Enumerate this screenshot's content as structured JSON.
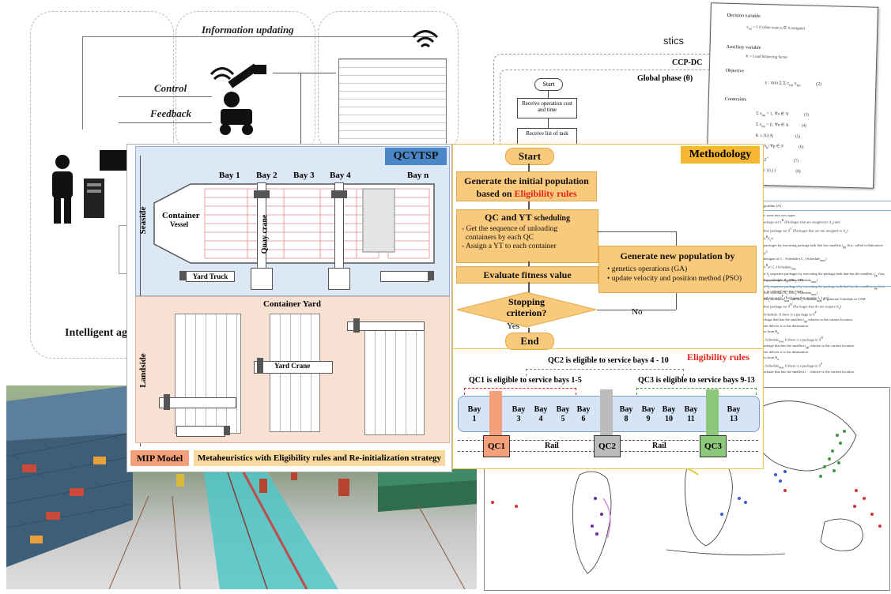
{
  "background_left": {
    "info_updating": "Information updating",
    "control": "Control",
    "feedback": "Feedback",
    "intelligent_label": "Intelligent ag"
  },
  "background_top_right": {
    "title_fragment": "stics",
    "ccp_dc": "CCP-DC",
    "global_phase": "Global phase (θ)",
    "start": "Start",
    "receive_cost": "Receive operation cost and time",
    "receive_list": "Receive list of task"
  },
  "paper_snippet": {
    "decision_variable": "Decision variable",
    "auxiliary_variable": "Auxiliary variable",
    "lbf": "K = Load balancing factor",
    "objective": "Objective",
    "constraints": "Constraints"
  },
  "qcytsp": {
    "title": "QCYTSP",
    "seaside": "Seaside",
    "landside": "Landside",
    "bays": [
      "Bay 1",
      "Bay 2",
      "Bay 3",
      "Bay 4",
      "Bay n"
    ],
    "container_vessel": "Container",
    "vessel_label": "Vessel",
    "quay_crane": "Quay crane",
    "yard_truck": "Yard Truck",
    "container_yard": "Container Yard",
    "yard_crane": "Yard Crane",
    "mip_model": "MIP Model",
    "metaheuristics": "Metaheuristics with Eligibility rules and Re-initialization strategy"
  },
  "methodology": {
    "title": "Methodology",
    "start": "Start",
    "gen_initial_line1": "Generate the initial population",
    "gen_initial_line2_prefix": "based on ",
    "gen_initial_line2_highlight": "Eligibility rules",
    "qc_yt_title": "QC and YT",
    "qc_yt_scheduling": "scheduling",
    "qc_yt_bullets": [
      "Get the sequence of unloading",
      "containers by each QC",
      "Assign a YT to each container"
    ],
    "evaluate": "Evaluate fitness value",
    "stopping_line1": "Stopping",
    "stopping_line2": "criterion?",
    "yes": "Yes",
    "no": "No",
    "end": "End",
    "new_pop_title": "Generate new population by",
    "new_pop_bullets": [
      "genetics operations (GA)",
      "update velocity and position method (PSO)"
    ]
  },
  "eligibility": {
    "title": "Eligibility rules",
    "qc2_range": "QC2 is eligible to service bays 4 - 10",
    "qc1_range": "QC1 is eligible to service bays 1-5",
    "qc3_range": "QC3 is eligible to service bays 9-13",
    "bays": [
      "Bay\n1",
      "Bay\n3",
      "Bay\n4",
      "Bay\n5",
      "Bay\n6",
      "Bay\n8",
      "Bay\n9",
      "Bay\n10",
      "Bay\n11",
      "Bay\n13"
    ],
    "qc1": "QC1",
    "qc2": "QC2",
    "qc3": "QC3",
    "rail": "Rail"
  },
  "colors": {
    "qcytsp_title_bg": "#4a86c8",
    "methodology_title_bg": "#f7b733",
    "flow_box": "#f9c97c",
    "highlight_red": "#e8231c",
    "seaside_bg": "#dce8f6",
    "landside_bg": "#f8e0d2",
    "qc1": "#f4a07a",
    "qc2": "#bcbcbc",
    "qc3": "#8dc77b",
    "mip_bg": "#f4a07a",
    "meta_bg": "#f9d9a0",
    "pipe_blue": "#d6e4f5"
  }
}
